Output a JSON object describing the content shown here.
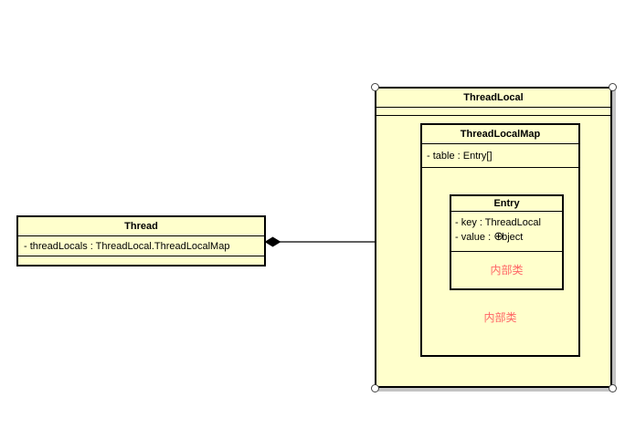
{
  "colors": {
    "class_fill": "#FFFFCC",
    "class_border": "#000000",
    "inner_class_label_color": "#FF6666",
    "selection_handle_fill": "#FFFFFF",
    "selection_shadow": "#C4C4C4"
  },
  "classes": {
    "thread": {
      "name": "Thread",
      "attributes": [
        "- threadLocals : ThreadLocal.ThreadLocalMap"
      ]
    },
    "threadlocal": {
      "name": "ThreadLocal"
    },
    "threadlocalmap": {
      "name": "ThreadLocalMap",
      "attributes": [
        "- table : Entry[]"
      ],
      "inner_class_label": "内部类"
    },
    "entry": {
      "name": "Entry",
      "attributes": {
        "key": "- key : ThreadLocal",
        "value_prefix": "- value : ",
        "value_suffix": "bject"
      },
      "anchor_glyph": "⊕",
      "inner_class_label": "内部类"
    }
  },
  "relationship": {
    "type": "composition",
    "from": "Thread",
    "to": "ThreadLocal"
  }
}
